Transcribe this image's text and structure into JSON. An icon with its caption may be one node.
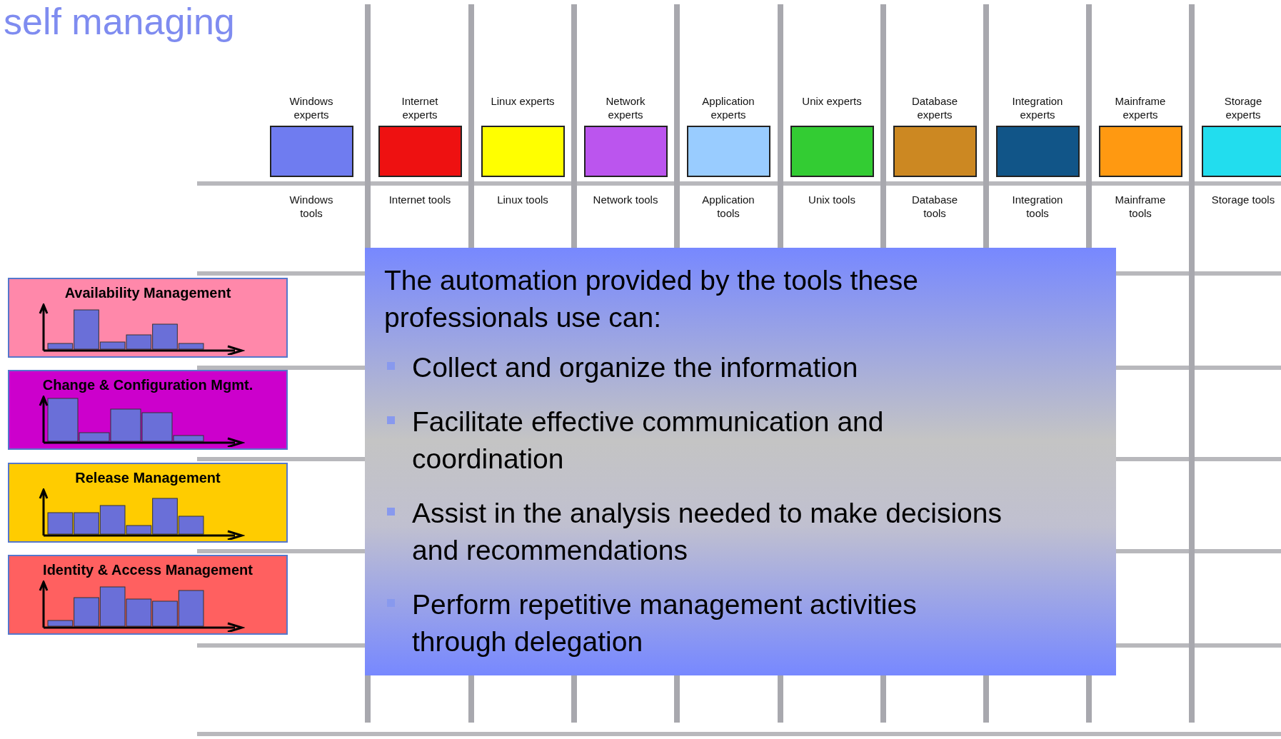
{
  "diagram": {
    "title": "self managing",
    "nodes": [
      {
        "text": [
          "Windows experts"
        ],
        "beside": [
          "Windows tools"
        ]
      },
      {
        "text": [
          "Internet experts"
        ],
        "beside": [
          "Internet tools"
        ]
      },
      {
        "text": [
          "Linux experts"
        ],
        "beside": [
          "Linux tools"
        ]
      },
      {
        "text": [
          "Network experts"
        ],
        "beside": [
          "Network tools"
        ]
      },
      {
        "text": [
          "Application experts"
        ],
        "beside": [
          "Application tools"
        ]
      },
      {
        "text": [
          "Unix experts"
        ],
        "beside": [
          "Unix tools"
        ]
      },
      {
        "text": [
          "Database experts"
        ],
        "beside": [
          "Database tools"
        ]
      },
      {
        "text": [
          "Integration experts"
        ],
        "beside": [
          "Integration tools"
        ]
      },
      {
        "text": [
          "Mainframe experts"
        ],
        "beside": [
          "Mainframe tools"
        ]
      },
      {
        "text": [
          "Storage experts"
        ],
        "beside": [
          "Storage tools"
        ]
      },
      {
        "text": [
          "Availability Management"
        ]
      },
      {
        "text": [
          "Change & Configuration Mgmt."
        ]
      },
      {
        "text": [
          "Release Management"
        ]
      },
      {
        "text": [
          "Identity & Access Management"
        ]
      },
      {
        "text": [
          "The automation provided by the tools these professionals use can:",
          "Collect and organize the information",
          "Facilitate effective communication and coordination",
          "Assist in the analysis needed to make decisions and recommendations",
          "Perform repetitive management activities through delegation"
        ]
      }
    ],
    "edges": []
  }
}
